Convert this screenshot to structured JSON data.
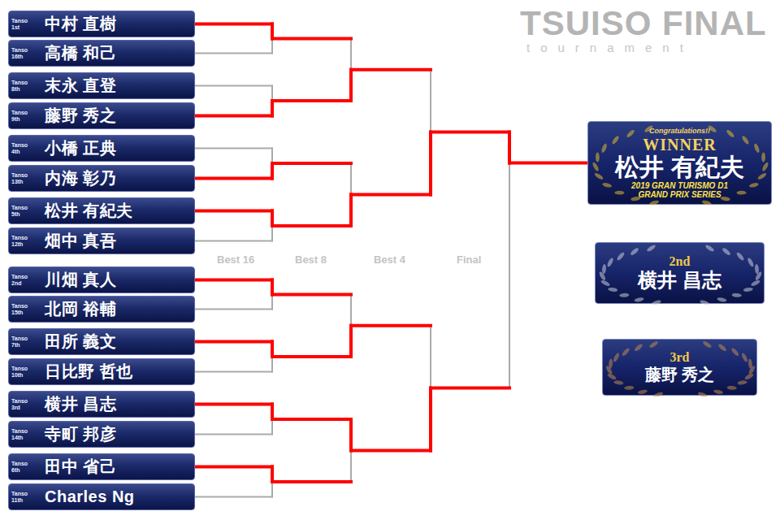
{
  "diagram": {
    "nodes": [
      {
        "text": [
          "Tanso 1st",
          "中村 直樹"
        ]
      },
      {
        "text": [
          "Tanso 16th",
          "高橋 和己"
        ]
      },
      {
        "text": [
          "Tanso 8th",
          "末永 直登"
        ]
      },
      {
        "text": [
          "Tanso 9th",
          "藤野 秀之"
        ]
      },
      {
        "text": [
          "Tanso 4th",
          "小橋 正典"
        ]
      },
      {
        "text": [
          "Tanso 13th",
          "内海 彰乃"
        ]
      },
      {
        "text": [
          "Tanso 5th",
          "松井 有紀夫"
        ]
      },
      {
        "text": [
          "Tanso 12th",
          "畑中 真吾"
        ]
      },
      {
        "text": [
          "Tanso 2nd",
          "川畑 真人"
        ]
      },
      {
        "text": [
          "Tanso 15th",
          "北岡 裕輔"
        ]
      },
      {
        "text": [
          "Tanso 7th",
          "田所 義文"
        ]
      },
      {
        "text": [
          "Tanso 10th",
          "日比野 哲也"
        ]
      },
      {
        "text": [
          "Tanso 3rd",
          "横井 昌志"
        ]
      },
      {
        "text": [
          "Tanso 14th",
          "寺町 邦彦"
        ]
      },
      {
        "text": [
          "Tanso 6th",
          "田中 省己"
        ]
      },
      {
        "text": [
          "Tanso 11th",
          "Charles Ng"
        ]
      },
      {
        "text": [
          "Congratulations!!",
          "WINNER",
          "松井 有紀夫",
          "2019 GRAN TURISMO D1 GRAND PRIX SERIES"
        ]
      },
      {
        "text": [
          "2nd",
          "横井 昌志"
        ]
      },
      {
        "text": [
          "3rd",
          "藤野 秀之"
        ]
      }
    ],
    "edges": [
      {
        "from": 0,
        "to": 16,
        "arrow": "none"
      },
      {
        "from": 1,
        "to": 16,
        "arrow": "none"
      },
      {
        "from": 2,
        "to": 16,
        "arrow": "none"
      },
      {
        "from": 3,
        "to": 16,
        "arrow": "none"
      },
      {
        "from": 4,
        "to": 16,
        "arrow": "none"
      },
      {
        "from": 5,
        "to": 16,
        "arrow": "none"
      },
      {
        "from": 6,
        "to": 16,
        "arrow": "none"
      },
      {
        "from": 7,
        "to": 16,
        "arrow": "none"
      },
      {
        "from": 8,
        "to": 16,
        "arrow": "none"
      },
      {
        "from": 9,
        "to": 16,
        "arrow": "none"
      },
      {
        "from": 10,
        "to": 16,
        "arrow": "none"
      },
      {
        "from": 11,
        "to": 16,
        "arrow": "none"
      },
      {
        "from": 12,
        "to": 16,
        "arrow": "none"
      },
      {
        "from": 13,
        "to": 16,
        "arrow": "none"
      },
      {
        "from": 14,
        "to": 16,
        "arrow": "none"
      },
      {
        "from": 15,
        "to": 16,
        "arrow": "none"
      }
    ],
    "labels": [
      "TSUISO FINAL",
      "tournament",
      "Best 16",
      "Best 8",
      "Best 4",
      "Final"
    ]
  }
}
